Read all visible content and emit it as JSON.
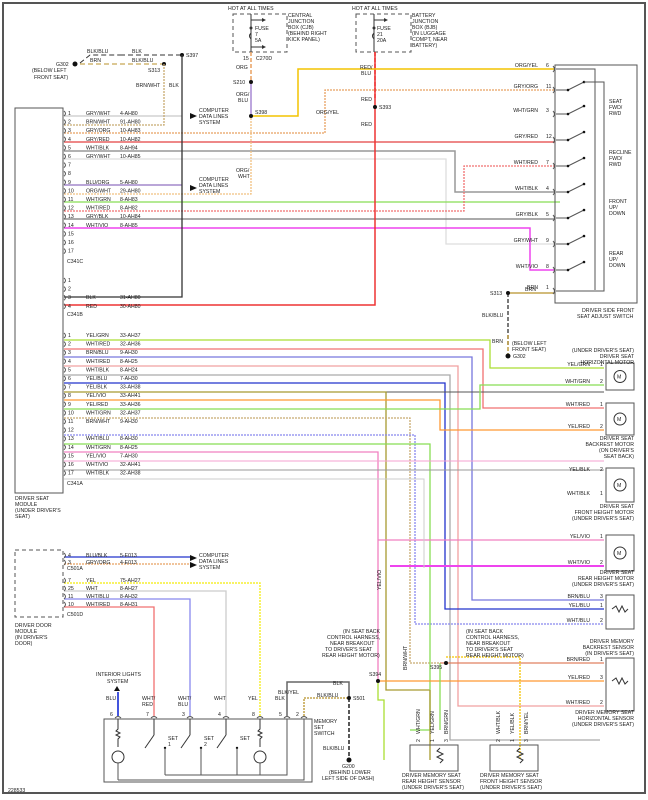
{
  "diagram_id": "228533",
  "power": {
    "cjb": {
      "header": "HOT AT ALL TIMES",
      "fuse": [
        "FUSE",
        "7",
        "5A"
      ],
      "label": [
        "CENTRAL",
        "JUNCTION",
        "BOX (CJB)",
        "(BEHIND RIGHT",
        "KICK PANEL)"
      ],
      "pin": "15",
      "connector": "C270D"
    },
    "bjb": {
      "header": "HOT AT ALL TIMES",
      "fuse": [
        "FUSE",
        "21",
        "20A"
      ],
      "label": [
        "BATTERY",
        "JUNCTION",
        "BOX (BJB)",
        "(IN LUGGAGE",
        "COMPT, NEAR",
        "BATTERY)"
      ]
    }
  },
  "splices": {
    "s397": "S397",
    "s313": "S313",
    "s210": "S210",
    "s398": "S398",
    "s393": "S393",
    "s394": "S394",
    "s395": "S395",
    "s501": "S501"
  },
  "grounds": {
    "g302_left": {
      "id": "G302",
      "label": [
        "(BELOW LEFT",
        "FRONT SEAT)"
      ]
    },
    "g302_right": {
      "id": "G302",
      "label": [
        "(BELOW LEFT",
        "FRONT SEAT)"
      ]
    },
    "g200": {
      "id": "G200",
      "label": [
        "(BEHIND LOWER",
        "LEFT SIDE OF DASH)"
      ]
    }
  },
  "top_wires": {
    "blk_blu_1": "BLK/BLU",
    "blk_1": "BLK",
    "brn_1": "BRN",
    "blk_blu_2": "BLK/BLU",
    "brn_wht": "BRN/WHT",
    "blk_2": "BLK",
    "org": "ORG",
    "org_blu": [
      "ORG/",
      "BLU"
    ],
    "org_yel": "ORG/YEL",
    "org_wht": [
      "ORG/",
      "WHT"
    ],
    "red_blu": [
      "RED/",
      "BLU"
    ],
    "red_1": "RED",
    "red_2": "RED",
    "blk_blu_3": "BLK/BLU",
    "brn_2": "BRN",
    "brn_3": "BRN"
  },
  "computer_data_lines": [
    "COMPUTER",
    "DATA LINES",
    "SYSTEM"
  ],
  "module": {
    "label": [
      "DRIVER SEAT",
      "MODULE",
      "(UNDER DRIVER'S",
      "SEAT)"
    ],
    "c341c": {
      "name": "C341C",
      "pins": [
        {
          "pin": "1",
          "wire": "GRY/WHT",
          "circuit": "4-AH80"
        },
        {
          "pin": "2",
          "wire": "BRN/WHT",
          "circuit": "91-AH80"
        },
        {
          "pin": "3",
          "wire": "GRY/ORG",
          "circuit": "10-AH83"
        },
        {
          "pin": "4",
          "wire": "GRY/RED",
          "circuit": "10-AH82"
        },
        {
          "pin": "5",
          "wire": "WHT/BLK",
          "circuit": "8-AH94"
        },
        {
          "pin": "6",
          "wire": "GRY/WHT",
          "circuit": "10-AH85"
        },
        {
          "pin": "7",
          "wire": "",
          "circuit": ""
        },
        {
          "pin": "8",
          "wire": "",
          "circuit": ""
        },
        {
          "pin": "9",
          "wire": "BLU/ORG",
          "circuit": "5-AH80"
        },
        {
          "pin": "10",
          "wire": "ORG/WHT",
          "circuit": "29-AH80"
        },
        {
          "pin": "11",
          "wire": "WHT/GRN",
          "circuit": "8-AH83"
        },
        {
          "pin": "12",
          "wire": "WHT/RED",
          "circuit": "8-AH82"
        },
        {
          "pin": "13",
          "wire": "GRY/BLK",
          "circuit": "10-AH84"
        },
        {
          "pin": "14",
          "wire": "WHT/VIO",
          "circuit": "8-AH85"
        },
        {
          "pin": "15",
          "wire": "",
          "circuit": ""
        },
        {
          "pin": "16",
          "wire": "",
          "circuit": ""
        },
        {
          "pin": "17",
          "wire": "",
          "circuit": ""
        }
      ]
    },
    "c341b": {
      "name": "C341B",
      "pins": [
        {
          "pin": "1",
          "wire": "",
          "circuit": ""
        },
        {
          "pin": "2",
          "wire": "",
          "circuit": ""
        },
        {
          "pin": "3",
          "wire": "BLK",
          "circuit": "31-AH80"
        },
        {
          "pin": "4",
          "wire": "RED",
          "circuit": "30-AH80"
        }
      ]
    },
    "c341a": {
      "name": "C341A",
      "pins": [
        {
          "pin": "1",
          "wire": "YEL/GRN",
          "circuit": "33-AH37"
        },
        {
          "pin": "2",
          "wire": "WHT/RED",
          "circuit": "32-AH36"
        },
        {
          "pin": "3",
          "wire": "BRN/BLU",
          "circuit": "9-AH30"
        },
        {
          "pin": "4",
          "wire": "WHT/RED",
          "circuit": "8-AH25"
        },
        {
          "pin": "5",
          "wire": "WHT/BLK",
          "circuit": "8-AH24"
        },
        {
          "pin": "6",
          "wire": "YEL/BLU",
          "circuit": "7-AH30"
        },
        {
          "pin": "7",
          "wire": "YEL/BLK",
          "circuit": "33-AH38"
        },
        {
          "pin": "8",
          "wire": "YEL/VIO",
          "circuit": "33-AH41"
        },
        {
          "pin": "9",
          "wire": "YEL/RED",
          "circuit": "33-AH36"
        },
        {
          "pin": "10",
          "wire": "WHT/GRN",
          "circuit": "32-AH37"
        },
        {
          "pin": "11",
          "wire": "BRN/WHT",
          "circuit": "9-AH30"
        },
        {
          "pin": "12",
          "wire": "",
          "circuit": ""
        },
        {
          "pin": "13",
          "wire": "WHT/BLU",
          "circuit": "8-AH30"
        },
        {
          "pin": "14",
          "wire": "WHT/GRN",
          "circuit": "8-AH25"
        },
        {
          "pin": "15",
          "wire": "YEL/VIO",
          "circuit": "7-AH30"
        },
        {
          "pin": "16",
          "wire": "WHT/VIO",
          "circuit": "32-AH41"
        },
        {
          "pin": "17",
          "wire": "WHT/BLK",
          "circuit": "32-AH38"
        }
      ]
    }
  },
  "door_module": {
    "label": [
      "DRIVER DOOR",
      "MODULE",
      "(IN DRIVER'S",
      "DOOR)"
    ],
    "c501a": {
      "name": "C501A",
      "pins": [
        {
          "pin": "4",
          "wire": "BLU/BLK",
          "circuit": "5-E013"
        },
        {
          "pin": "3",
          "wire": "GRY/ORG",
          "circuit": "4-E013"
        }
      ]
    },
    "c501d": {
      "name": "C501D",
      "pins": [
        {
          "pin": "7",
          "wire": "YEL",
          "circuit": "75-AH27"
        },
        {
          "pin": "25",
          "wire": "WHT",
          "circuit": "8-AH27"
        },
        {
          "pin": "11",
          "wire": "WHT/BLU",
          "circuit": "8-AH32"
        },
        {
          "pin": "10",
          "wire": "WHT/RED",
          "circuit": "8-AH31"
        }
      ]
    }
  },
  "adjust_switch": {
    "label": [
      "DRIVER SIDE FRONT",
      "SEAT ADJUST SWITCH"
    ],
    "pins": [
      {
        "pin": "6",
        "wire": "ORG/YEL"
      },
      {
        "pin": "11",
        "wire": "GRY/ORG"
      },
      {
        "pin": "3",
        "wire": "WHT/GRN"
      },
      {
        "pin": "12",
        "wire": "GRY/RED"
      },
      {
        "pin": "7",
        "wire": "WHT/RED"
      },
      {
        "pin": "4",
        "wire": "WHT/BLK"
      },
      {
        "pin": "5",
        "wire": "GRY/BLK"
      },
      {
        "pin": "9",
        "wire": "GRY/WHT"
      },
      {
        "pin": "8",
        "wire": "WHT/VIO"
      },
      {
        "pin": "1",
        "wire": "BRN"
      }
    ],
    "sections": [
      [
        "SEAT",
        "FWD/",
        "RWD"
      ],
      [
        "RECLINE",
        "FWD/",
        "RWD"
      ],
      [
        "FRONT",
        "UP/",
        "DOWN"
      ],
      [
        "REAR",
        "UP/",
        "DOWN"
      ]
    ]
  },
  "motors": [
    {
      "label": [
        "(UNDER DRIVER'S SEAT)",
        "DRIVER SEAT",
        "HORIZONTAL MOTOR"
      ],
      "pins": [
        {
          "pin": "1",
          "wire": "YEL/GRN"
        },
        {
          "pin": "2",
          "wire": "WHT/GRN"
        }
      ]
    },
    {
      "label": [
        "DRIVER SEAT",
        "BACKREST MOTOR",
        "(ON DRIVER'S",
        "SEAT BACK)"
      ],
      "pins": [
        {
          "pin": "1",
          "wire": "WHT/RED"
        },
        {
          "pin": "2",
          "wire": "YEL/RED"
        }
      ]
    },
    {
      "label": [
        "DRIVER SEAT",
        "FRONT HEIGHT MOTOR",
        "(UNDER DRIVER'S SEAT)"
      ],
      "pins": [
        {
          "pin": "2",
          "wire": "YEL/BLK"
        },
        {
          "pin": "1",
          "wire": "WHT/BLK"
        }
      ]
    },
    {
      "label": [
        "DRIVER SEAT",
        "REAR HEIGHT MOTOR",
        "(UNDER DRIVER'S SEAT)"
      ],
      "pins": [
        {
          "pin": "1",
          "wire": "YEL/VIO"
        },
        {
          "pin": "2",
          "wire": "WHT/VIO"
        }
      ]
    }
  ],
  "sensors": {
    "backrest": {
      "label": [
        "DRIVER MEMORY",
        "BACKREST SENSOR",
        "(IN DRIVER'S SEAT)"
      ],
      "pins": [
        {
          "pin": "3",
          "wire": "BRN/BLU"
        },
        {
          "pin": "1",
          "wire": "YEL/BLU"
        },
        {
          "pin": "2",
          "wire": "WHT/BLU"
        }
      ]
    },
    "horizontal": {
      "label": [
        "DRIVER MEMORY SEAT",
        "HORIZONTAL SENSOR",
        "(UNDER DRIVER'S SEAT)"
      ],
      "pins": [
        {
          "pin": "1",
          "wire": "BRN/RED"
        },
        {
          "pin": "3",
          "wire": "YEL/RED"
        },
        {
          "pin": "2",
          "wire": "WHT/RED"
        }
      ]
    },
    "rear_height": {
      "label": [
        "DRIVER MEMORY SEAT",
        "REAR HEIGHT SENSOR",
        "(UNDER DRIVER'S SEAT)"
      ],
      "pins": [
        {
          "pin": "2",
          "wire": "WHT/GRN"
        },
        {
          "pin": "1",
          "wire": "YEL/GRN"
        },
        {
          "pin": "3",
          "wire": "BRN/GRN"
        }
      ]
    },
    "front_height": {
      "label": [
        "DRIVER MEMORY SEAT",
        "FRONT HEIGHT SENSOR",
        "(UNDER DRIVER'S SEAT)"
      ],
      "pins": [
        {
          "pin": "2",
          "wire": "WHT/BLK"
        },
        {
          "pin": "1",
          "wire": "YEL/BLK"
        },
        {
          "pin": "3",
          "wire": "BRN/YEL"
        }
      ]
    }
  },
  "notes": {
    "s394": [
      "(IN SEAT BACK",
      "CONTROL HARNESS,",
      "NEAR BREAKOUT",
      "TO DRIVER'S SEAT",
      "REAR HEIGHT MOTOR)"
    ],
    "s395": [
      "(IN SEAT BACK",
      "CONTROL HARNESS,",
      "NEAR BREAKOUT",
      "TO DRIVER'S SEAT",
      "REAR HEIGHT MOTOR)"
    ]
  },
  "mid_wires": {
    "yel_vio": "YEL/VIO",
    "brn_wht": "BRN/WHT"
  },
  "memory_switch": {
    "label": [
      "MEMORY",
      "SET",
      "SWITCH"
    ],
    "interior_lights": [
      "INTERIOR LIGHTS",
      "SYSTEM"
    ],
    "pins": [
      {
        "pin": "6",
        "wire": [
          "BLU"
        ]
      },
      {
        "pin": "7",
        "wire": [
          "WHT/",
          "RED"
        ]
      },
      {
        "pin": "3",
        "wire": [
          "WHT/",
          "BLU"
        ]
      },
      {
        "pin": "4",
        "wire": [
          "WHT"
        ]
      },
      {
        "pin": "8",
        "wire": [
          "YEL"
        ]
      },
      {
        "pin": "5",
        "wire": [
          "BLK"
        ]
      },
      {
        "pin": "2",
        "wire": [
          "BLK/YEL"
        ]
      }
    ],
    "set_labels": [
      [
        "SET",
        "1"
      ],
      [
        "SET",
        "2"
      ],
      [
        "SET"
      ]
    ],
    "blk": "BLK",
    "blk_blu": "BLK/BLU"
  },
  "colors": {
    "org_yel": "#f4c300",
    "gry_org": "#e8a060",
    "wht_grn": "#88dd55",
    "gry_red": "#ee8888",
    "wht_red": "#f07070",
    "wht_blk": "#999999",
    "gry_blk": "#777777",
    "gry_wht": "#cccccc",
    "wht_vio": "#ee44ee",
    "brn": "#b8922a",
    "red": "#ee3333",
    "blk": "#333333",
    "blu": "#4455dd",
    "yel": "#f6ef30",
    "yel_grn": "#aade33",
    "brn_blu": "#7777dd",
    "yel_blk": "#a89a30",
    "yel_vio": "#f080c0",
    "yel_red": "#ff9933",
    "brn_wht": "#c8aa70",
    "wht_blu": "#8888ee",
    "org_wht": "#f0c080",
    "blu_org": "#9070c0",
    "brn_red": "#e08060"
  }
}
